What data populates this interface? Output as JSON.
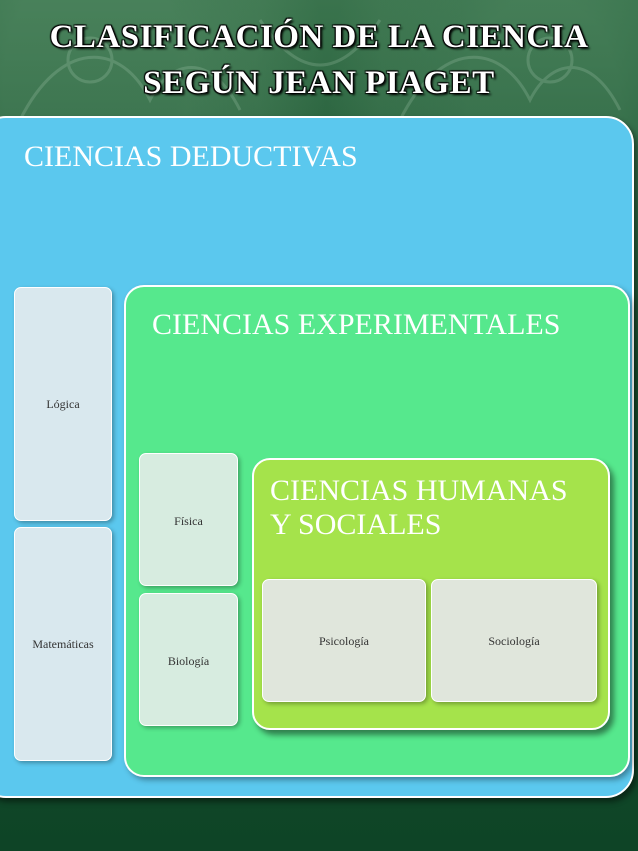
{
  "title": {
    "line1": "CLASIFICACIÓN DE LA CIENCIA",
    "line2": "SEGÚN JEAN PIAGET"
  },
  "diagram": {
    "deductive": {
      "label": "CIENCIAS DEDUCTIVAS",
      "items": [
        "Lógica",
        "Matemáticas"
      ]
    },
    "experimental": {
      "label": "CIENCIAS EXPERIMENTALES",
      "items": [
        "Física",
        "Biología"
      ]
    },
    "human_social": {
      "label_line1": "CIENCIAS HUMANAS",
      "label_line2": "Y SOCIALES",
      "items": [
        "Psicología",
        "Sociología"
      ]
    }
  },
  "colors": {
    "background": "#17502e",
    "deductive_fill": "#5bc8ee",
    "experimental_fill": "#56e88d",
    "human_social_fill": "#a5e34b",
    "item_fill": "#d9e8ee"
  }
}
